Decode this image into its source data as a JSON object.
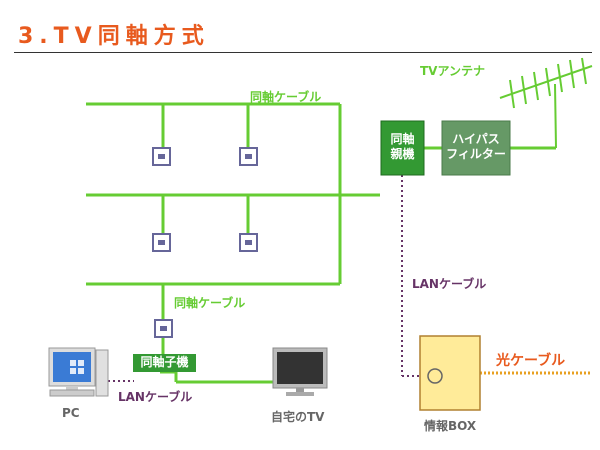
{
  "title": "3.TV同軸方式",
  "labels": {
    "coax_top": "同軸ケーブル",
    "coax_mid": "同軸ケーブル",
    "lan_right": "LANケーブル",
    "lan_bottom": "LANケーブル",
    "tv_antenna": "TVアンテナ",
    "fiber": "光ケーブル",
    "pc": "PC",
    "home_tv": "自宅のTV",
    "info_box": "情報BOX"
  },
  "boxes": {
    "coax_master_line1": "同軸",
    "coax_master_line2": "親機",
    "hpf_line1": "ハイパス",
    "hpf_line2": "フィルター",
    "coax_child": "同軸子機"
  },
  "colors": {
    "coax_line": "#66cc33",
    "box_dark_green": "#339933",
    "box_gray_green": "#669966",
    "lan_dotted": "#663366",
    "fiber_dotted": "#e8a020",
    "title": "#e85a1e",
    "outlet": "#666699",
    "info_box_fill": "#ffeb99"
  }
}
